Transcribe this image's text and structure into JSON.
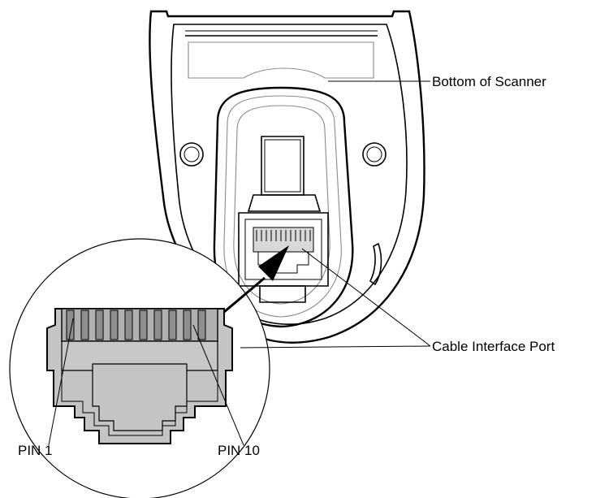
{
  "diagram": {
    "labels": {
      "bottom_of_scanner": "Bottom of Scanner",
      "cable_interface_port": "Cable Interface Port",
      "pin_1": "PIN 1",
      "pin_10": "PIN 10"
    },
    "colors": {
      "line": "#000000",
      "outline_gray": "#8a8a8a",
      "connector_fill": "#bfbfbf",
      "pin_fill": "#9a9a9a",
      "background": "#ffffff"
    }
  }
}
